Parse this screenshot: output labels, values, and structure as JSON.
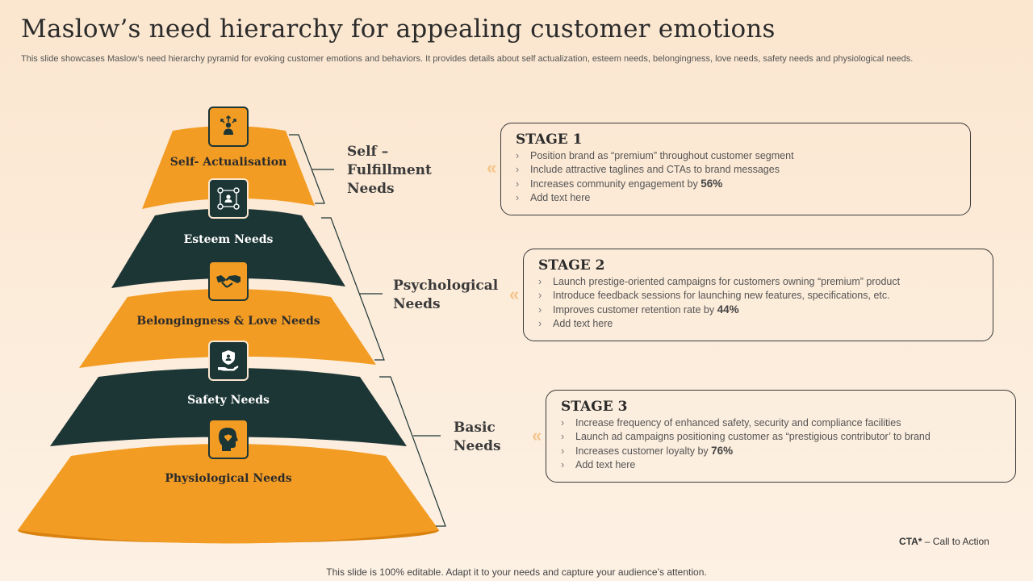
{
  "title": "Maslow’s need hierarchy for appealing customer emotions",
  "subtitle": "This slide showcases Maslow’s need hierarchy pyramid for evoking customer emotions and behaviors. It provides details about self actualization, esteem needs, belongingness, love needs, safety needs and physiological needs.",
  "colors": {
    "orange": "#f39c24",
    "dark": "#1c3535",
    "base_shadow": "#d9820f",
    "background": "#fbe6cf"
  },
  "pyramid": {
    "layers": [
      {
        "label": "Self- Actualisation",
        "icon": "user-growth-icon"
      },
      {
        "label": "Esteem Needs",
        "icon": "network-people-icon"
      },
      {
        "label": "Belongingness & Love Needs",
        "icon": "handshake-icon"
      },
      {
        "label": "Safety Needs",
        "icon": "shield-hand-icon"
      },
      {
        "label": "Physiological Needs",
        "icon": "head-mind-icon"
      }
    ]
  },
  "groups": [
    {
      "line1": "Self –",
      "line2": "Fulfillment",
      "line3": "Needs"
    },
    {
      "line1": "Psychological",
      "line2": "Needs"
    },
    {
      "line1": "Basic",
      "line2": "Needs"
    }
  ],
  "stages": [
    {
      "title": "STAGE 1",
      "bullets": [
        {
          "text": "Position brand as “premium” throughout customer segment",
          "highlight": ""
        },
        {
          "text": "Include attractive taglines and CTAs to brand messages",
          "highlight": ""
        },
        {
          "text": "Increases community engagement by ",
          "highlight": "56%"
        },
        {
          "text": "Add text here",
          "highlight": ""
        }
      ]
    },
    {
      "title": "STAGE 2",
      "bullets": [
        {
          "text": "Launch prestige-oriented campaigns for customers owning “premium” product",
          "highlight": ""
        },
        {
          "text": "Introduce feedback sessions for launching new features, specifications, etc.",
          "highlight": ""
        },
        {
          "text": "Improves customer retention rate by ",
          "highlight": "44%"
        },
        {
          "text": "Add text here",
          "highlight": ""
        }
      ]
    },
    {
      "title": "STAGE 3",
      "bullets": [
        {
          "text": "Increase frequency of enhanced safety, security and compliance facilities",
          "highlight": ""
        },
        {
          "text": "Launch ad campaigns positioning customer as “prestigious contributor’ to brand",
          "highlight": ""
        },
        {
          "text": "Increases customer loyalty by ",
          "highlight": "76%"
        },
        {
          "text": "Add text here",
          "highlight": ""
        }
      ]
    }
  ],
  "bullet_marker": "›",
  "chevron": "«",
  "cta": {
    "term": "CTA*",
    "definition": " – Call to Action"
  },
  "footer": "This slide is 100% editable. Adapt it to your needs and capture your audience’s attention."
}
